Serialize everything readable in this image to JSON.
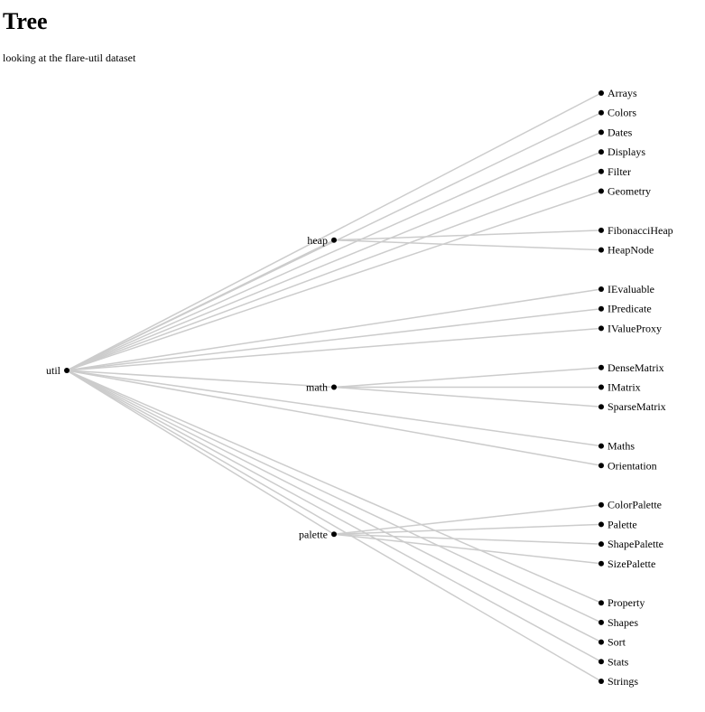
{
  "page": {
    "title": "Tree",
    "subtitle": "looking at the flare-util dataset"
  },
  "tree": {
    "root": "util",
    "groups": {
      "heap": [
        "FibonacciHeap",
        "HeapNode"
      ],
      "math": [
        "DenseMatrix",
        "IMatrix",
        "SparseMatrix"
      ],
      "palette": [
        "ColorPalette",
        "Palette",
        "ShapePalette",
        "SizePalette"
      ]
    },
    "leaves": [
      {
        "label": "Arrays",
        "parent": "util"
      },
      {
        "label": "Colors",
        "parent": "util"
      },
      {
        "label": "Dates",
        "parent": "util"
      },
      {
        "label": "Displays",
        "parent": "util"
      },
      {
        "label": "Filter",
        "parent": "util"
      },
      {
        "label": "Geometry",
        "parent": "util"
      },
      {
        "label": "FibonacciHeap",
        "parent": "heap"
      },
      {
        "label": "HeapNode",
        "parent": "heap"
      },
      {
        "label": "IEvaluable",
        "parent": "util"
      },
      {
        "label": "IPredicate",
        "parent": "util"
      },
      {
        "label": "IValueProxy",
        "parent": "util"
      },
      {
        "label": "DenseMatrix",
        "parent": "math"
      },
      {
        "label": "IMatrix",
        "parent": "math"
      },
      {
        "label": "SparseMatrix",
        "parent": "math"
      },
      {
        "label": "Maths",
        "parent": "util"
      },
      {
        "label": "Orientation",
        "parent": "util"
      },
      {
        "label": "ColorPalette",
        "parent": "palette"
      },
      {
        "label": "Palette",
        "parent": "palette"
      },
      {
        "label": "ShapePalette",
        "parent": "palette"
      },
      {
        "label": "SizePalette",
        "parent": "palette"
      },
      {
        "label": "Property",
        "parent": "util"
      },
      {
        "label": "Shapes",
        "parent": "util"
      },
      {
        "label": "Sort",
        "parent": "util"
      },
      {
        "label": "Stats",
        "parent": "util"
      },
      {
        "label": "Strings",
        "parent": "util"
      }
    ],
    "colors": {
      "link": "#cccccc",
      "node": "#000000",
      "text": "#000000"
    }
  }
}
